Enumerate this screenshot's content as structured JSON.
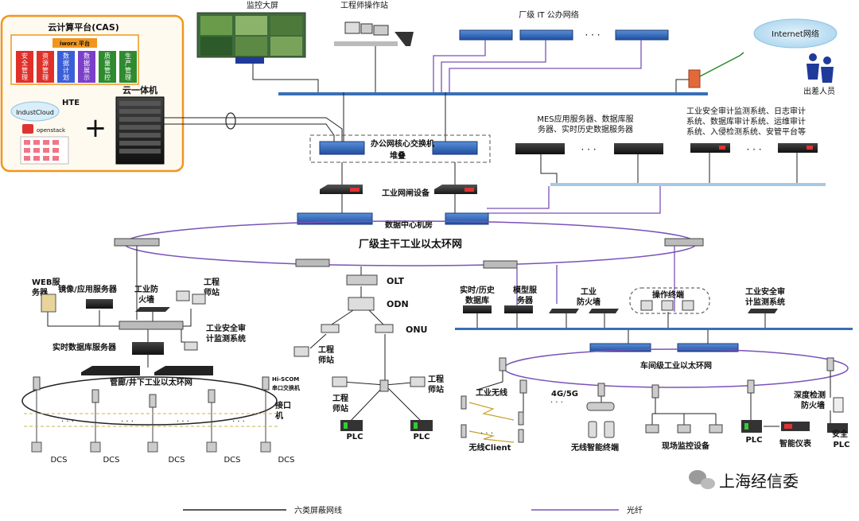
{
  "cloud": {
    "title": "云计算平台(CAS)",
    "iworx": "iworx 平台",
    "modules": [
      "安全管理",
      "资源管理",
      "数据计划",
      "数据展示",
      "质量管控",
      "生产管理"
    ],
    "module_colors": [
      "#e0302a",
      "#e0302a",
      "#3b5fd6",
      "#7b3fc9",
      "#2e8b2e",
      "#2e8b2e"
    ],
    "indust": "IndustCloud",
    "hte": "HTE",
    "openstack": "openstack",
    "plus": "+",
    "aio": "云一体机"
  },
  "top": {
    "monitor_wall": "监控大屏",
    "engineer_station": "工程师操作站",
    "it_network": "厂级 IT 公办网络",
    "dots": "· · ·",
    "internet": "Internet网络",
    "travel": "出差人员"
  },
  "office": {
    "core_switch": "办公网核心交换机",
    "stack": "堆叠",
    "gateway": "工业网闸设备",
    "datacenter": "数据中心机房"
  },
  "servers": {
    "mes": [
      "MES应用服务器、数据库服",
      "务器、实时历史数据服务器"
    ],
    "audit": [
      "工业安全审计监测系统、日志审计",
      "系统、数据库审计系统、运维审计",
      "系统、入侵检测系统、安管平台等"
    ],
    "dots": "· · ·"
  },
  "ring_main": "厂级主干工业以太环网",
  "left": {
    "web": [
      "WEB服",
      "务器"
    ],
    "mirror": "镜像/应用服务器",
    "firewall": [
      "工业防",
      "火墙"
    ],
    "engineer": [
      "工程",
      "师站"
    ],
    "realtime_db": "实时数据库服务器",
    "audit": [
      "工业安全审",
      "计监测系统"
    ],
    "ring": "管廊/井下工业以太环网",
    "hiscom": [
      "Hi-SCOM",
      "串口交换机"
    ],
    "port": [
      "接口",
      "机"
    ],
    "dcs": [
      "DCS",
      "DCS",
      "DCS",
      "DCS",
      "DCS"
    ],
    "dots": "· · ·"
  },
  "middle": {
    "olt": "OLT",
    "odn": "ODN",
    "onu": "ONU",
    "engineer1": [
      "工程",
      "师站"
    ],
    "engineer2": [
      "工程",
      "师站"
    ],
    "engineer3": [
      "工程",
      "师站"
    ],
    "plc1": "PLC",
    "plc2": "PLC"
  },
  "right": {
    "hist_db": [
      "实时/历史",
      "数据库"
    ],
    "model": [
      "模型服",
      "务器"
    ],
    "firewall": [
      "工业",
      "防火墙"
    ],
    "op_terminal": "操作终端",
    "audit": [
      "工业安全审",
      "计监测系统"
    ],
    "ring": "车间级工业以太环网",
    "wireless": "工业无线",
    "fourg": "4G/5G",
    "client": "无线Client",
    "smart_terminal": "无线智能终端",
    "field_monitor": "现场监控设备",
    "plc": "PLC",
    "meter": "智能仪表",
    "deep_fw": [
      "深度检测",
      "防火墙"
    ],
    "safety_plc": [
      "安全",
      "PLC"
    ],
    "dots": "· · ·"
  },
  "legend": {
    "cat6": "六类屏蔽网线",
    "fiber": "光纤"
  },
  "watermark": "上海经信委",
  "colors": {
    "fiber": "#7b52b8",
    "blue_bar": "#3a6fb5",
    "orange": "#f0961e"
  }
}
